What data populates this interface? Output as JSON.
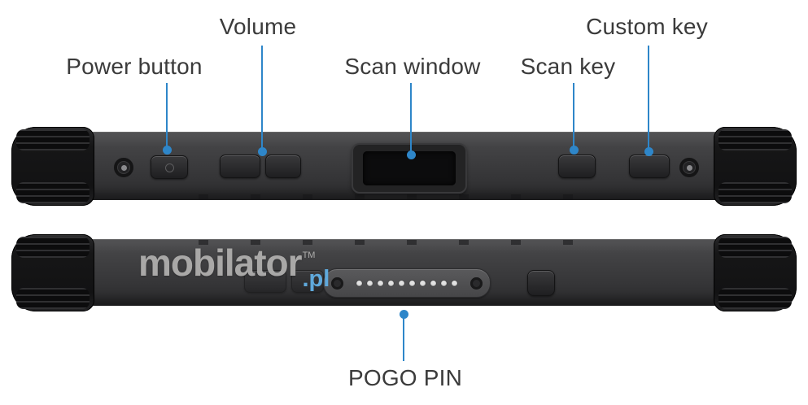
{
  "diagram": {
    "callouts": [
      {
        "id": "power-button",
        "label": "Power button"
      },
      {
        "id": "volume",
        "label": "Volume"
      },
      {
        "id": "scan-window",
        "label": "Scan window"
      },
      {
        "id": "scan-key",
        "label": "Scan key"
      },
      {
        "id": "custom-key",
        "label": "Custom key"
      },
      {
        "id": "pogo-pin",
        "label": "POGO PIN"
      }
    ],
    "watermark": {
      "brand": "mobilator",
      "tm": "TM",
      "suffix": ".pl"
    },
    "colors": {
      "callout": "#2E86C9",
      "label_text": "#3B3B3B",
      "device_body": "#3A3A3C",
      "device_dark": "#161617",
      "watermark_gray": "#AFAEAD",
      "watermark_blue": "#5FA9DC",
      "background": "#FFFFFF"
    }
  }
}
